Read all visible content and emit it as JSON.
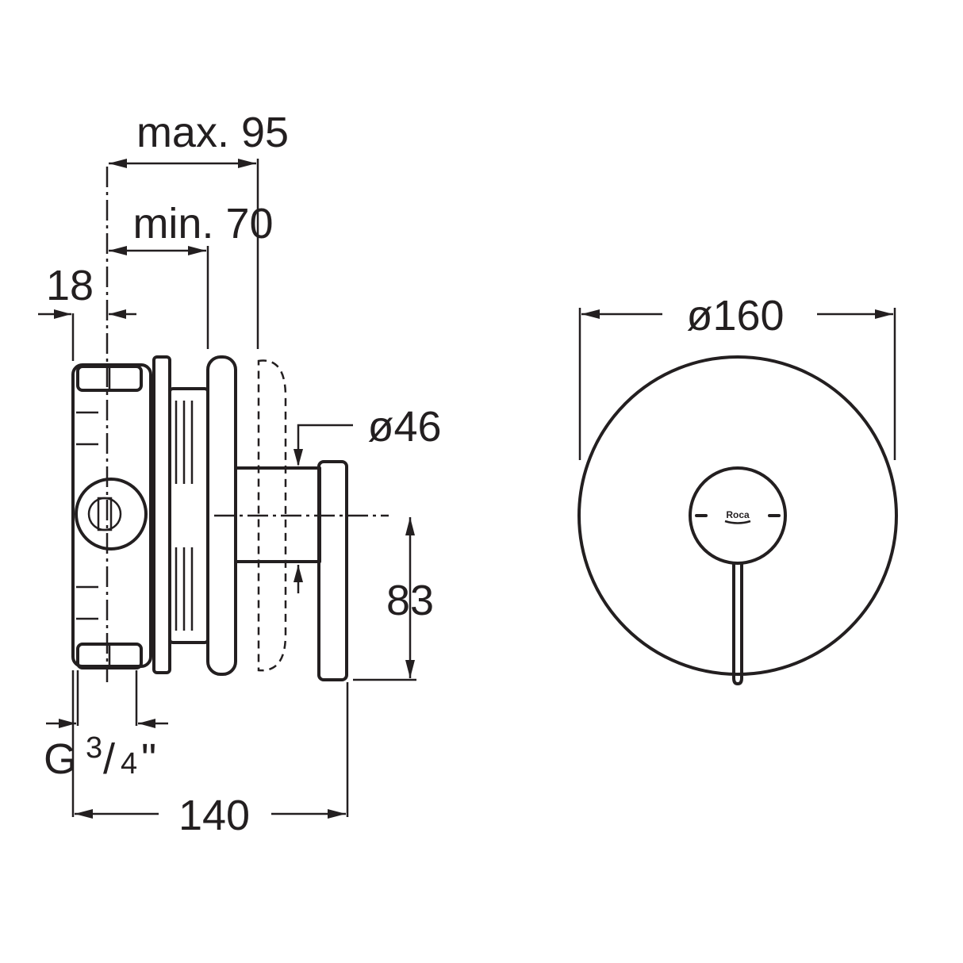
{
  "dimensions": {
    "max_depth": "max. 95",
    "min_depth": "min. 70",
    "wall_offset": "18",
    "lever_diameter": "ø46",
    "lever_height": "83",
    "thread_main": "G",
    "thread_fraction_num": "3",
    "thread_fraction_slash": "/",
    "thread_fraction_den": "4",
    "thread_quote": "\"",
    "total_length": "140",
    "plate_diameter": "ø160"
  },
  "brand": {
    "logo_text": "Roca"
  },
  "colors": {
    "line": "#231f20",
    "background": "#ffffff"
  }
}
